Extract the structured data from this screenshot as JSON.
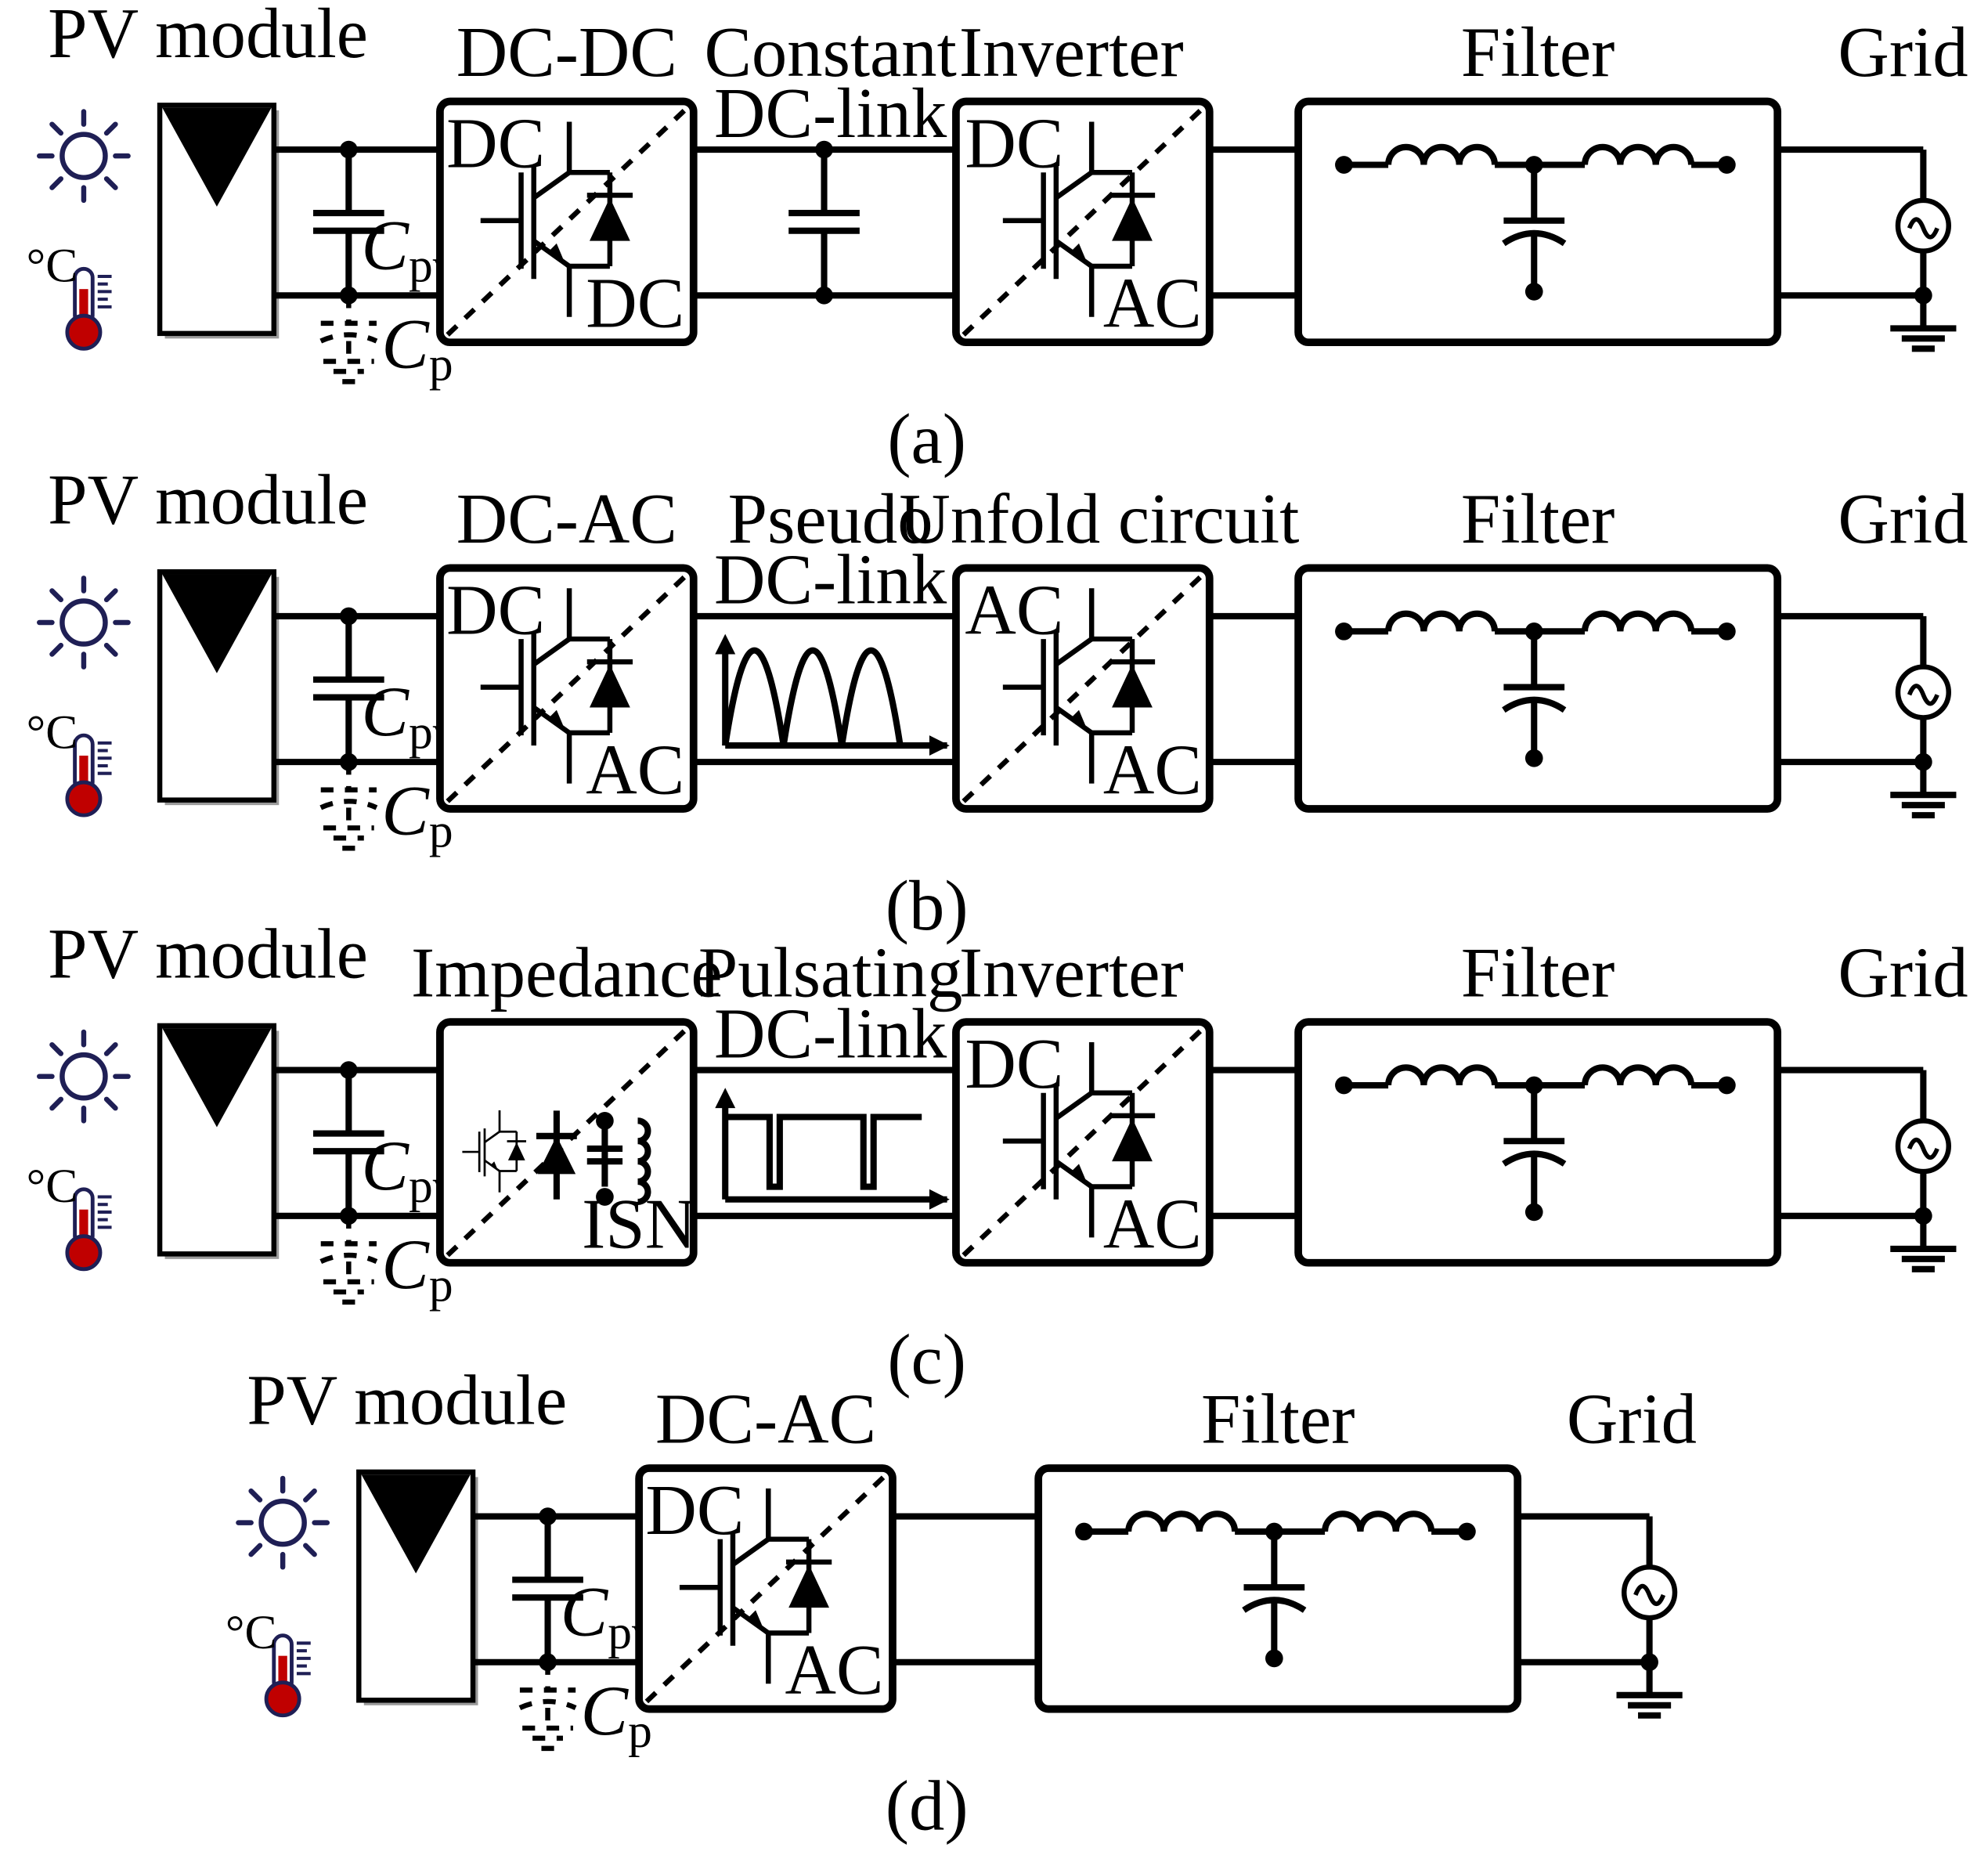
{
  "colors": {
    "line": "#000000",
    "sun": "#1f1f55",
    "thermometer_fill": "#c00000",
    "panel_shadow": "#9a9a9a"
  },
  "icons": [
    "sun-icon",
    "thermometer-icon",
    "pv-panel-icon",
    "igbt-diode-icon",
    "ac-source-icon",
    "ground-icon"
  ],
  "panels": [
    {
      "caption": "(a)",
      "pv_label": "PV module",
      "cpv_label": "C",
      "cpv_sub": "pv",
      "cp_label": "C",
      "cp_sub": "p",
      "thermo_unit": "°C",
      "conv1_title": "DC-DC",
      "conv1_in": "DC",
      "conv1_out": "DC",
      "link_title_1": "Constant",
      "link_title_2": "DC-link",
      "conv2_title": "Inverter",
      "conv2_in": "DC",
      "conv2_out": "AC",
      "filter_title": "Filter",
      "grid_title": "Grid"
    },
    {
      "caption": "(b)",
      "pv_label": "PV module",
      "cpv_label": "C",
      "cpv_sub": "pv",
      "cp_label": "C",
      "cp_sub": "p",
      "thermo_unit": "°C",
      "conv1_title": "DC-AC",
      "conv1_in": "DC",
      "conv1_out": "AC",
      "link_title_1": "Pseudo",
      "link_title_2": "DC-link",
      "conv2_title": "Unfold circuit",
      "conv2_in": "AC",
      "conv2_out": "AC",
      "filter_title": "Filter",
      "grid_title": "Grid"
    },
    {
      "caption": "(c)",
      "pv_label": "PV module",
      "cpv_label": "C",
      "cpv_sub": "pv",
      "cp_label": "C",
      "cp_sub": "p",
      "thermo_unit": "°C",
      "conv1_title": "Impedance",
      "conv1_out": "ISN",
      "link_title_1": "Pulsating",
      "link_title_2": "DC-link",
      "conv2_title": "Inverter",
      "conv2_in": "DC",
      "conv2_out": "AC",
      "filter_title": "Filter",
      "grid_title": "Grid"
    },
    {
      "caption": "(d)",
      "pv_label": "PV module",
      "cpv_label": "C",
      "cpv_sub": "pv",
      "cp_label": "C",
      "cp_sub": "p",
      "thermo_unit": "°C",
      "conv1_title": "DC-AC",
      "conv1_in": "DC",
      "conv1_out": "AC",
      "filter_title": "Filter",
      "grid_title": "Grid"
    }
  ]
}
